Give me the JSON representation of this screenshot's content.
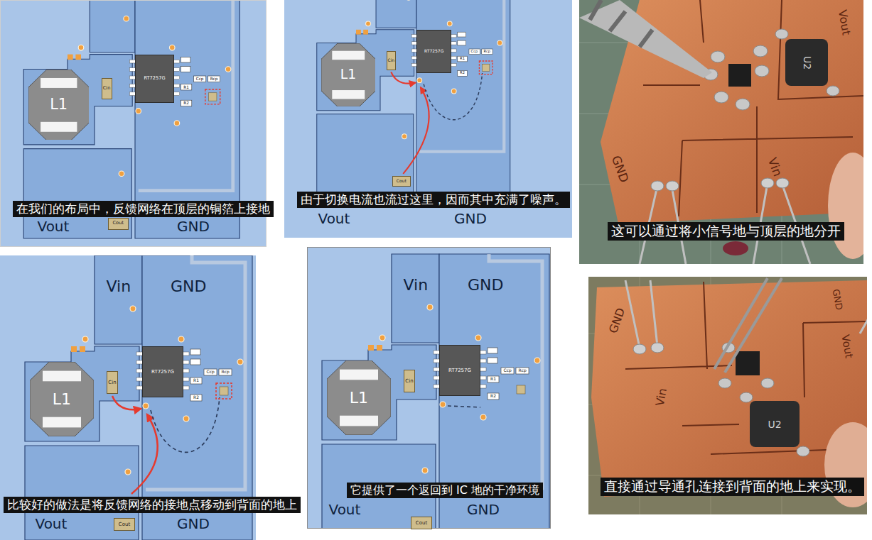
{
  "diagram": {
    "nodes": [
      {
        "text": [
          "在我们的布局中，反馈网络在顶层的铜箔上接地"
        ]
      },
      {
        "text": [
          "L1"
        ],
        "in": 0
      },
      {
        "text": [
          "Cin"
        ],
        "in": 0
      },
      {
        "text": [
          "RT7257G"
        ],
        "in": 0
      },
      {
        "text": [
          "Cout"
        ],
        "in": 0
      },
      {
        "text": [
          "由于切换电流也流过这里，因而其中充满了噪声。"
        ]
      },
      {
        "text": [
          "L1"
        ],
        "in": 5
      },
      {
        "text": [
          "Cin"
        ],
        "in": 5
      },
      {
        "text": [
          "RT7257G"
        ],
        "in": 5
      },
      {
        "text": [
          "Cout"
        ],
        "in": 5
      },
      {
        "text": [
          "这可以通过将小信号地与顶层的地分开"
        ]
      },
      {
        "text": [
          "比较好的做法是将反馈网络的接地点移动到背面的地上"
        ]
      },
      {
        "text": [
          "L1"
        ],
        "in": 11
      },
      {
        "text": [
          "Cin"
        ],
        "in": 11
      },
      {
        "text": [
          "RT7257G"
        ],
        "in": 11
      },
      {
        "text": [
          "Cout"
        ],
        "in": 11
      },
      {
        "text": [
          "它提供了一个返回到 IC 地的干净环境"
        ]
      },
      {
        "text": [
          "L1"
        ],
        "in": 16
      },
      {
        "text": [
          "Cin"
        ],
        "in": 16
      },
      {
        "text": [
          "RT7257G"
        ],
        "in": 16
      },
      {
        "text": [
          "Cout"
        ],
        "in": 16
      },
      {
        "text": [
          "直接通过导通孔连接到背面的地上来实现。"
        ]
      }
    ],
    "labels": [
      "Vout",
      "GND",
      "Ccp",
      "Rcp",
      "R1",
      "R2",
      "Vout",
      "GND",
      "Ccp",
      "Rcp",
      "R1",
      "R2",
      "Vout",
      "U2",
      "GND",
      "Vin",
      "Vin",
      "GND",
      "Ccp",
      "Rcp",
      "R1",
      "R2",
      "Vout",
      "GND",
      "Vin",
      "GND",
      "Ccp",
      "Rcp",
      "R1",
      "R2",
      "Vout",
      "GND",
      "GND",
      "Vin",
      "U2",
      "GND",
      "Vout"
    ]
  }
}
